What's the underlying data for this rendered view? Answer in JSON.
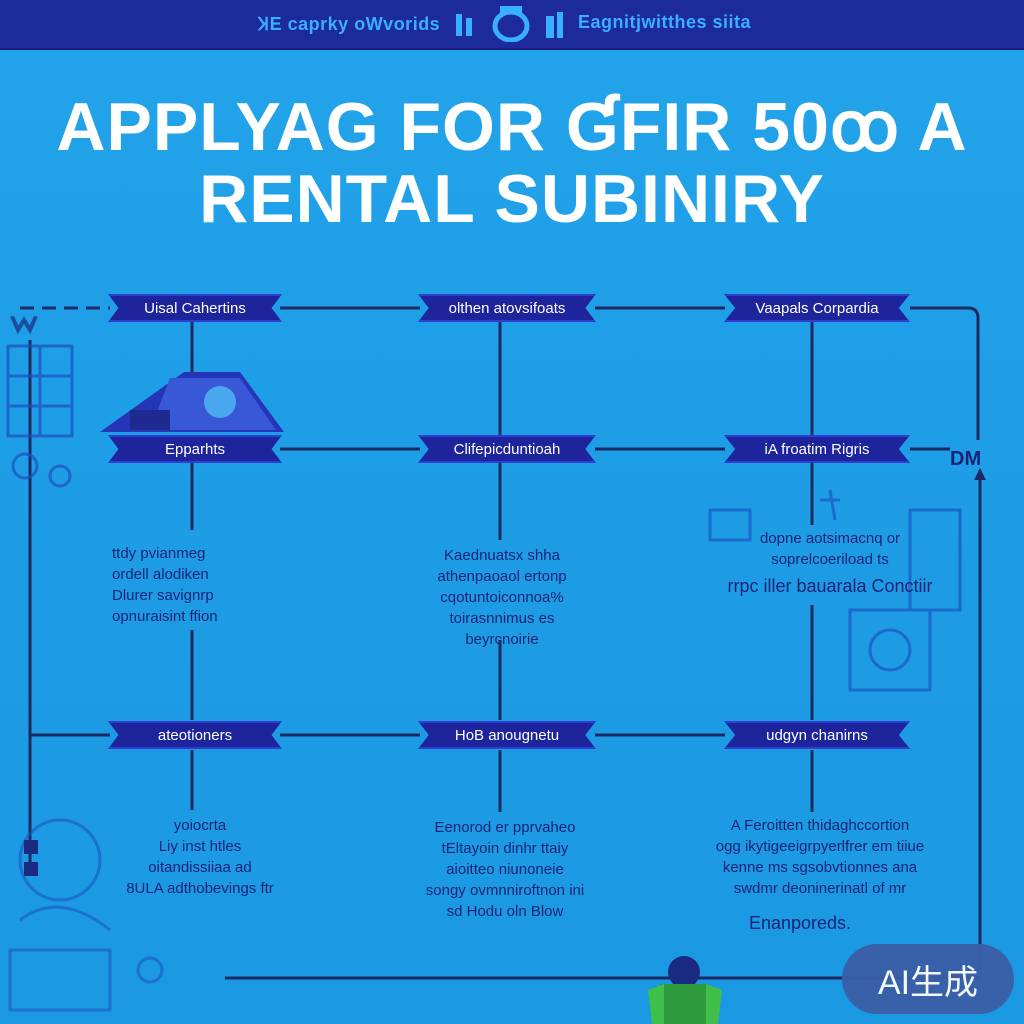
{
  "header": {
    "left_text": "ꞰE caprky oWvorids",
    "right_text": "Eagnitjwitthes siita"
  },
  "title": {
    "line1": "APPLYAG FOR ƓFIR 50ꝏ A",
    "line2": "RENTAL SUBINIRY"
  },
  "nodes": {
    "r1c1": "Uisal Cahertins",
    "r1c2": "olthen atovsifoats",
    "r1c3": "Vaapals Corpardia",
    "r2c1": "Epparhts",
    "r2c2": "Clifepicduntioah",
    "r2c3": "iA froatim Rigris",
    "r3c1": "ateotioners",
    "r3c2": "HoB anougnetu",
    "r3c3": "udgyn chanirns"
  },
  "descriptions": {
    "mid1": [
      "ttdy pvianmeg",
      "ordell alodiken",
      "Dlurer savignrp",
      "opnuraisint ffion"
    ],
    "mid2": [
      "Kaednuatsx shha",
      "athenpaoaol ertonp",
      "cqotuntoiconnoa%",
      "toirasnnimus es",
      "beyrcnoirie"
    ],
    "mid3": [
      "dopne aotsimacnq or",
      "soprelcoeriload ts",
      "rrpc iller bauarala Conctiir"
    ],
    "bot1": [
      "yoiocrta",
      "Liy inst htles",
      "oitandissiiaa ad",
      "8ULA adthobevings ftr"
    ],
    "bot2": [
      "Eenorod er pprvaheo",
      "tEltayoin dinhr ttaiy",
      "aioitteo niunoneie",
      "songy ovmnniroftnon ini",
      "sd Hodu oln Blow"
    ],
    "bot3": [
      "A Feroitten thidaghccortion",
      "ogg ikytigeeigrpyerlfrer em tiiue",
      "kenne ms sgsobvtionnes ana",
      "swdmr deoninerinatl of mr"
    ],
    "bot3_tail": "Enanporeds."
  },
  "side_label": "DM",
  "badge": "AI生成",
  "colors": {
    "background": "#1e9ee6",
    "header_bar": "#1c2a9c",
    "node_fill": "#1d249c",
    "line": "#1c2a64",
    "text_dark": "#1a2477"
  }
}
